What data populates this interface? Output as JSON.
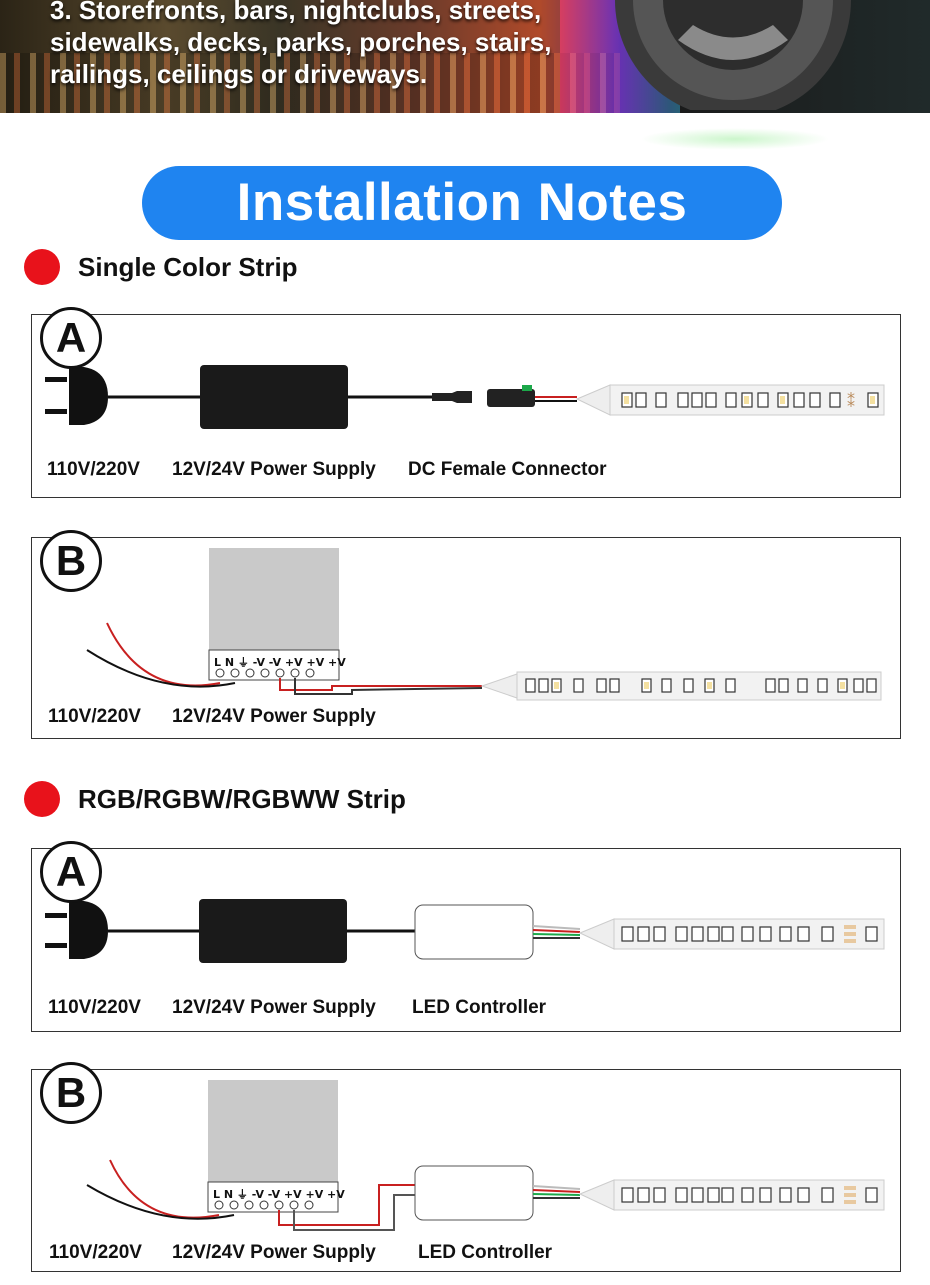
{
  "banner": {
    "text": "3. Storefronts, bars, nightclubs, streets, sidewalks, decks, parks, porches, stairs, railings, ceilings or driveways."
  },
  "title": "Installation Notes",
  "sections": [
    {
      "heading": "Single Color Strip",
      "panels": [
        {
          "badge": "A",
          "labels": [
            "110V/220V",
            "12V/24V Power Supply",
            "DC Female Connector"
          ]
        },
        {
          "badge": "B",
          "labels": [
            "110V/220V",
            "12V/24V Power Supply"
          ]
        }
      ]
    },
    {
      "heading": "RGB/RGBW/RGBWW Strip",
      "panels": [
        {
          "badge": "A",
          "labels": [
            "110V/220V",
            "12V/24V Power Supply",
            "LED Controller"
          ]
        },
        {
          "badge": "B",
          "labels": [
            "110V/220V",
            "12V/24V Power Supply",
            "LED Controller"
          ]
        }
      ]
    }
  ],
  "terminal_labels": "L N ⏚ -V -V +V +V +V",
  "colors": {
    "title_bg": "#1f84f0",
    "dot": "#e8121b"
  }
}
